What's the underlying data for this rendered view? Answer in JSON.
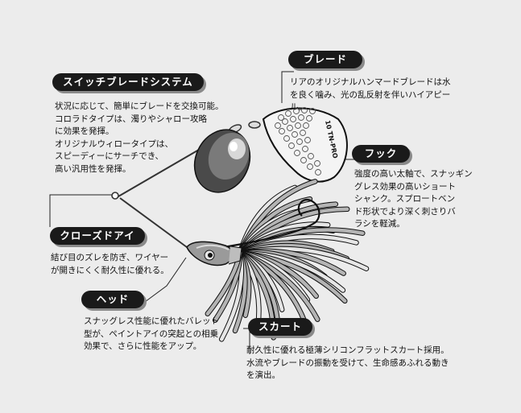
{
  "sections": {
    "switch_blade": {
      "title": "スイッチブレードシステム",
      "lines": [
        "状況に応じて、簡単にブレードを交換可能。",
        "コロラドタイプは、濁りやシャロー攻略",
        "に効果を発揮。",
        "オリジナルウィロータイプは、",
        "スピーディーにサーチでき、",
        "高い汎用性を発揮。"
      ]
    },
    "blade": {
      "title": "ブレード",
      "lines": [
        "リアのオリジナルハンマードブレードは水",
        "を良く噛み、光の乱反射を伴いハイアピー",
        "ル。"
      ]
    },
    "hook": {
      "title": "フック",
      "lines": [
        "強度の高い太軸で、スナッギン",
        "グレス効果の高いショート",
        "シャンク。スプロートベン",
        "ド形状でより深く刺さりバ",
        "ラシを軽減。"
      ]
    },
    "closed_eye": {
      "title": "クローズドアイ",
      "lines": [
        "結び目のズレを防ぎ、ワイヤー",
        "が開きにくく耐久性に優れる。"
      ]
    },
    "head": {
      "title": "ヘッド",
      "lines": [
        "スナッグレス性能に優れたバレット",
        "型が、ペイントアイの突起との相乗",
        "効果で、さらに性能をアップ。"
      ]
    },
    "skirt": {
      "title": "スカート",
      "lines": [
        "耐久性に優れる極薄シリコンフラットスカート採用。",
        "水流やブレードの振動を受けて、生命感あふれる動き",
        "を演出。"
      ]
    }
  },
  "blade_imprint": "10 TN-PRO"
}
